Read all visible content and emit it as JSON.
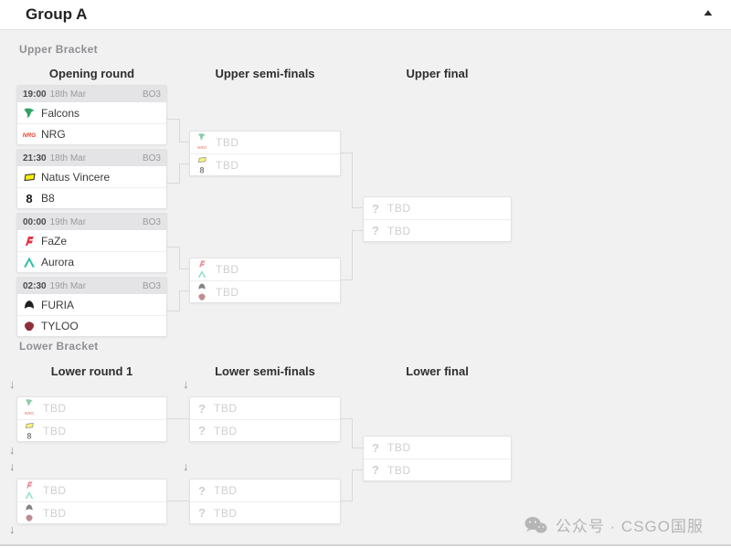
{
  "icons": {
    "collapse": "▲",
    "down_arrow": "↓",
    "unknown": "?"
  },
  "header": {
    "title": "Group A"
  },
  "upper": {
    "label": "Upper Bracket",
    "columns": [
      "Opening round",
      "Upper semi-finals",
      "Upper final"
    ],
    "matches": [
      {
        "time": "19:00",
        "date": "18th Mar",
        "format": "BO3",
        "team1": "Falcons",
        "team2": "NRG"
      },
      {
        "time": "21:30",
        "date": "18th Mar",
        "format": "BO3",
        "team1": "Natus Vincere",
        "team2": "B8"
      },
      {
        "time": "00:00",
        "date": "19th Mar",
        "format": "BO3",
        "team1": "FaZe",
        "team2": "Aurora"
      },
      {
        "time": "02:30",
        "date": "19th Mar",
        "format": "BO3",
        "team1": "FURIA",
        "team2": "TYLOO"
      }
    ],
    "semis": [
      [
        "TBD",
        "TBD"
      ],
      [
        "TBD",
        "TBD"
      ]
    ],
    "final": [
      "TBD",
      "TBD"
    ]
  },
  "lower": {
    "label": "Lower Bracket",
    "columns": [
      "Lower round 1",
      "Lower semi-finals",
      "Lower final"
    ],
    "round1": [
      [
        "TBD",
        "TBD"
      ],
      [
        "TBD",
        "TBD"
      ]
    ],
    "semis": [
      [
        "TBD",
        "TBD"
      ],
      [
        "TBD",
        "TBD"
      ]
    ],
    "final": [
      "TBD",
      "TBD"
    ]
  },
  "logo_text": {
    "nrg": "NRG",
    "b8": "8"
  },
  "watermark": {
    "text": "公众号 · CSGO国服"
  },
  "colors": {
    "falcons": "#2fa463",
    "nrg": "#e8432b",
    "navi_bg": "#ffee00",
    "b8": "#1a1a1a",
    "faze": "#e4344a",
    "aurora": "#30c0a6",
    "furia": "#1f1f1f",
    "tyloo": "#8e2f38",
    "watermark_gray": "#b5b5b5"
  }
}
